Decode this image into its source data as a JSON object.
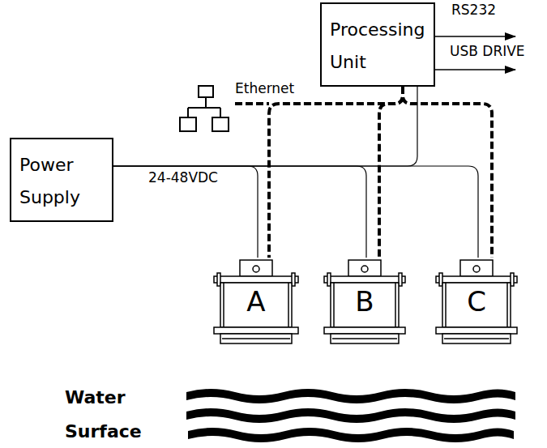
{
  "diagram": {
    "nodes": [
      {
        "text": [
          "Processing Unit"
        ]
      },
      {
        "text": [
          "Power Supply"
        ]
      },
      {
        "text": [
          "A"
        ]
      },
      {
        "text": [
          "B"
        ]
      },
      {
        "text": [
          "C"
        ]
      }
    ],
    "edges": [
      {
        "from": 1,
        "to": 2,
        "arrow": "none"
      },
      {
        "from": 1,
        "to": 3,
        "arrow": "none"
      },
      {
        "from": 1,
        "to": 4,
        "arrow": "none"
      },
      {
        "from": 1,
        "to": 0,
        "arrow": "none"
      },
      {
        "from": 0,
        "to": 2,
        "arrow": "none"
      },
      {
        "from": 0,
        "to": 3,
        "arrow": "none"
      },
      {
        "from": 0,
        "to": 4,
        "arrow": "none"
      }
    ],
    "labels": [
      "RS232",
      "USB DRIVE",
      "Ethernet",
      "24-48VDC",
      "Water Surface"
    ]
  }
}
